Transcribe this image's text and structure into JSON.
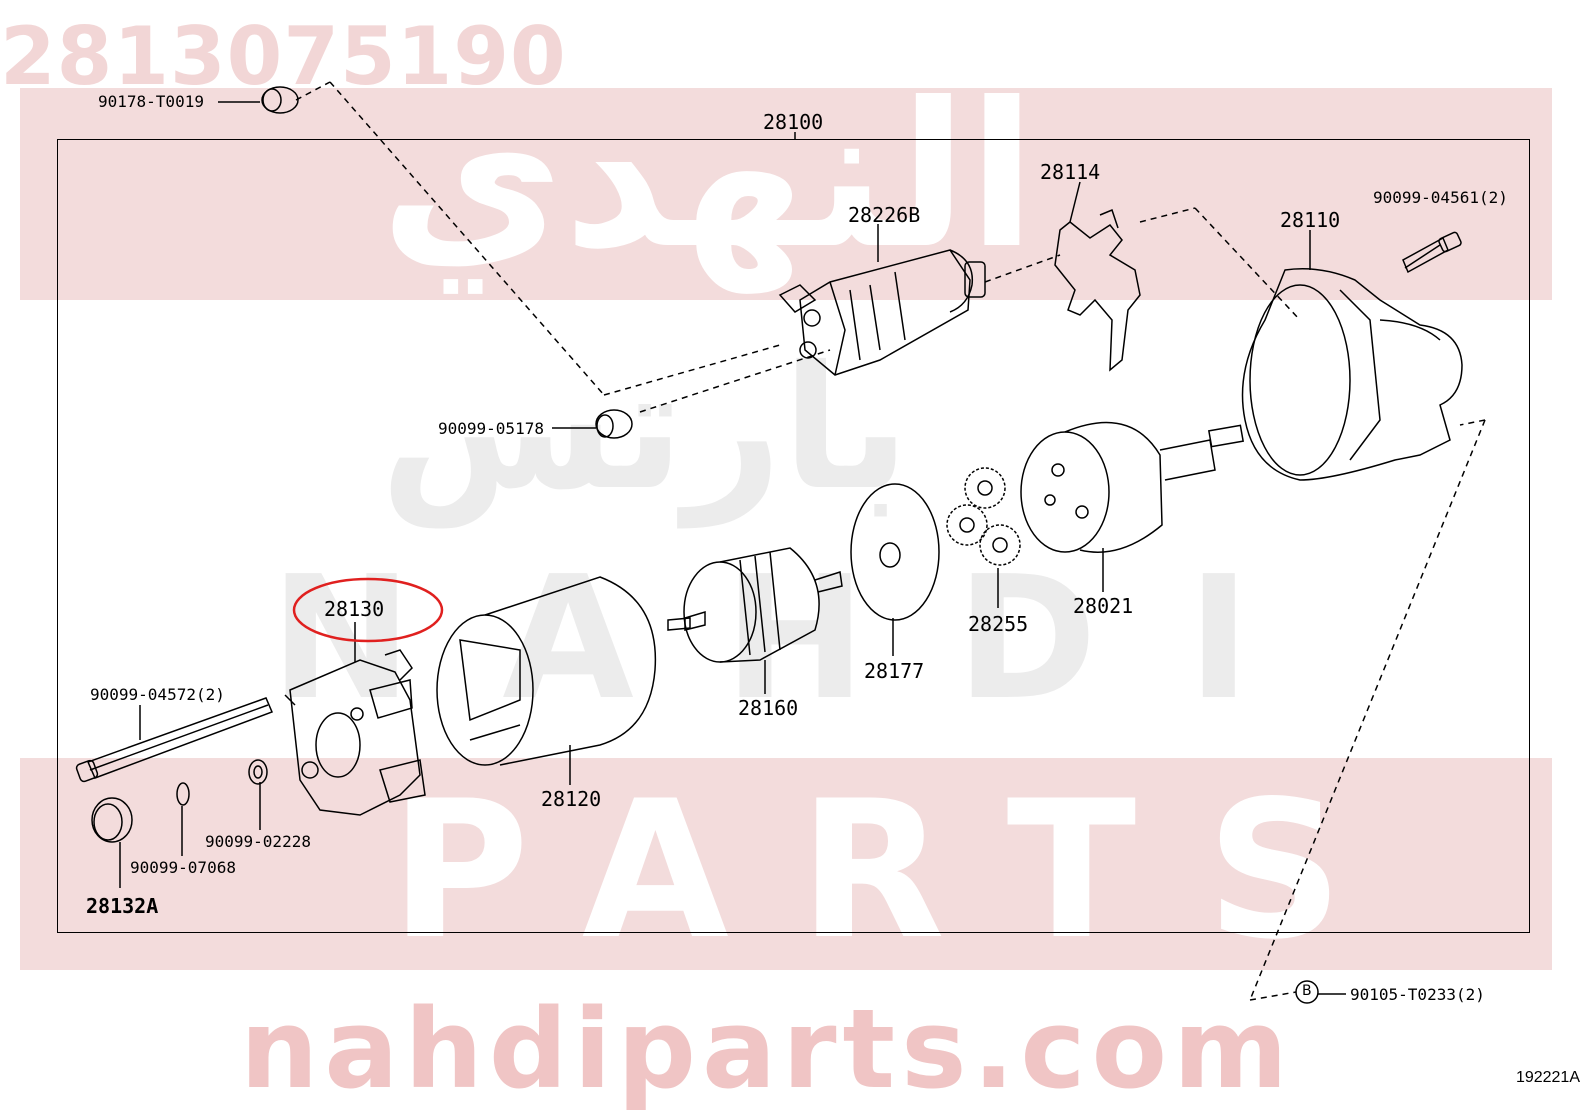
{
  "header": {
    "part_number": "2813075190"
  },
  "watermark": {
    "arabic_brand": "النهدي",
    "arabic_parts": "بارتس",
    "latin_brand": "NAHDI",
    "latin_parts": "PARTS",
    "website": "nahdiparts.com"
  },
  "diagram": {
    "assembly_label": "28100",
    "callouts": [
      {
        "id": "c-90178",
        "text": "90178-T0019"
      },
      {
        "id": "c-28226b",
        "text": "28226B"
      },
      {
        "id": "c-28114",
        "text": "28114"
      },
      {
        "id": "c-90099-04561",
        "text": "90099-04561(2)"
      },
      {
        "id": "c-28110",
        "text": "28110"
      },
      {
        "id": "c-90099-05178",
        "text": "90099-05178"
      },
      {
        "id": "c-28130",
        "text": "28130"
      },
      {
        "id": "c-90099-04572",
        "text": "90099-04572(2)"
      },
      {
        "id": "c-28021",
        "text": "28021"
      },
      {
        "id": "c-28255",
        "text": "28255"
      },
      {
        "id": "c-28177",
        "text": "28177"
      },
      {
        "id": "c-28160",
        "text": "28160"
      },
      {
        "id": "c-28120",
        "text": "28120"
      },
      {
        "id": "c-90099-02228",
        "text": "90099-02228"
      },
      {
        "id": "c-90099-07068",
        "text": "90099-07068"
      },
      {
        "id": "c-28132a",
        "text": "28132A"
      },
      {
        "id": "c-90105",
        "text": "90105-T0233(2)"
      }
    ],
    "circle_marker": "B",
    "highlight_color": "#e0201f",
    "drawing_code": "192221A"
  }
}
